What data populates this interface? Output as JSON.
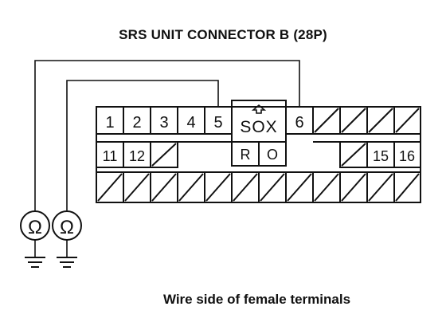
{
  "diagram": {
    "title": "SRS UNIT CONNECTOR B (28P)",
    "caption": "Wire side of female terminals",
    "connector": {
      "row1_terminals": [
        "1",
        "2",
        "3",
        "4",
        "5",
        "6"
      ],
      "row2_terminals": [
        "11",
        "12",
        "15",
        "16"
      ],
      "center_label": "SOX",
      "center_boxes": [
        "R",
        "O"
      ]
    },
    "meters": [
      {
        "symbol": "Ω",
        "icon": "ohmmeter-icon"
      },
      {
        "symbol": "Ω",
        "icon": "ohmmeter-icon"
      }
    ],
    "ground_icon": "ground-icon",
    "line_color": "#111111"
  }
}
